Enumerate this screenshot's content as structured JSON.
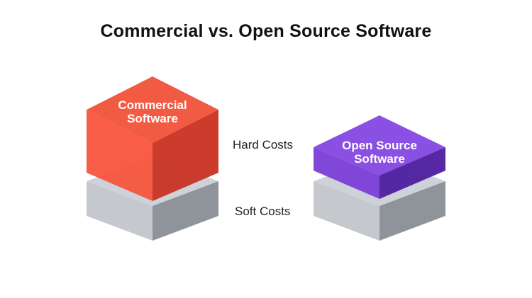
{
  "title": "Commercial vs. Open Source Software",
  "labels": {
    "hard_costs": "Hard Costs",
    "soft_costs": "Soft Costs"
  },
  "commercial": {
    "line1": "Commercial",
    "line2": "Software"
  },
  "open_source": {
    "line1": "Open Source",
    "line2": "Software"
  },
  "colors": {
    "commercial_top": "#f25b43",
    "commercial_left": "#f75640",
    "commercial_right": "#c93424",
    "open_source_top": "#8a4fe3",
    "open_source_left": "#7c3fd6",
    "open_source_right": "#4f1fa0",
    "soft_top": "#cdd2d8",
    "soft_left": "#c5c9ce",
    "soft_right": "#8f949a"
  }
}
